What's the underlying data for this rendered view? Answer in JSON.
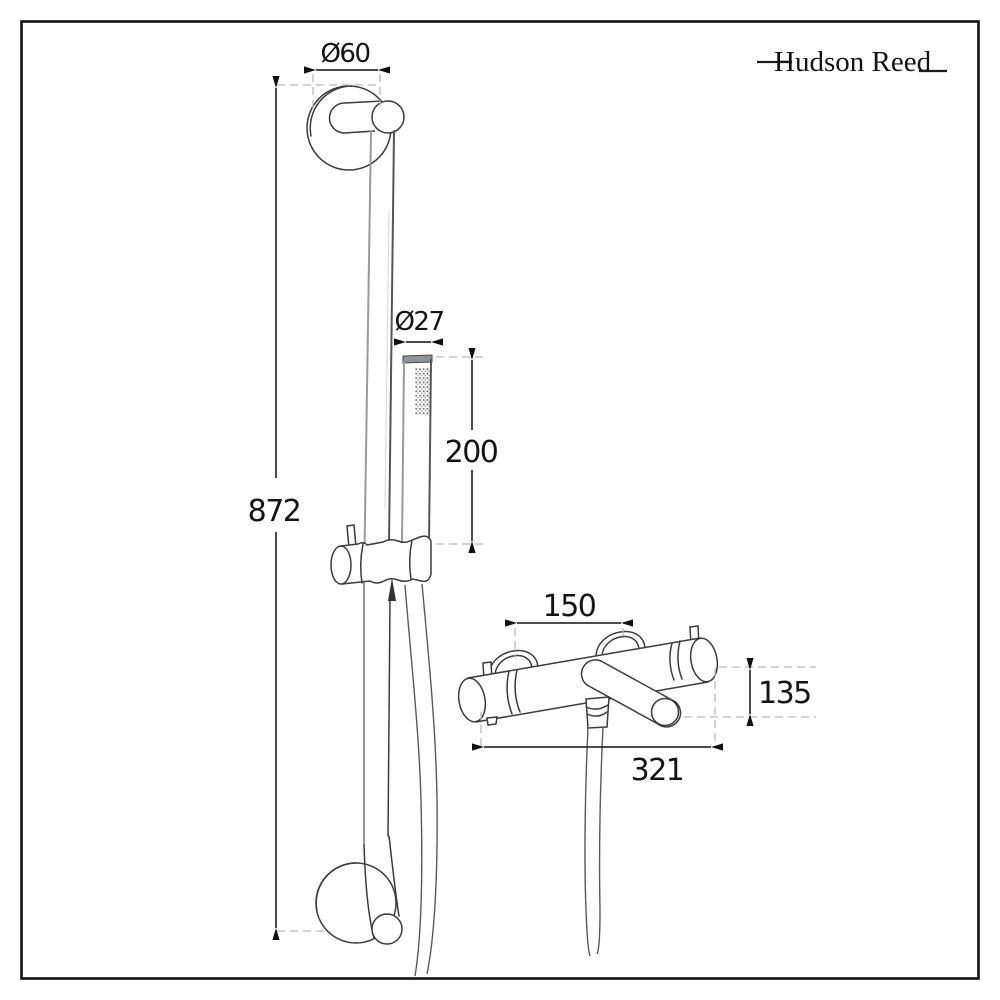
{
  "colors": {
    "background": "#ffffff",
    "part_line": "#3c3c3c",
    "dimension_line": "#111111",
    "dashed_extension": "#b9b9b9"
  },
  "brand": {
    "name": "Hudson Reed"
  },
  "dimensions": {
    "bracket_diameter": "Ø60",
    "rail_length": "872",
    "handset_diameter": "Ø27",
    "handset_length": "200",
    "valve_fixing_centres": "150",
    "valve_height": "135",
    "valve_overall_width": "321"
  }
}
